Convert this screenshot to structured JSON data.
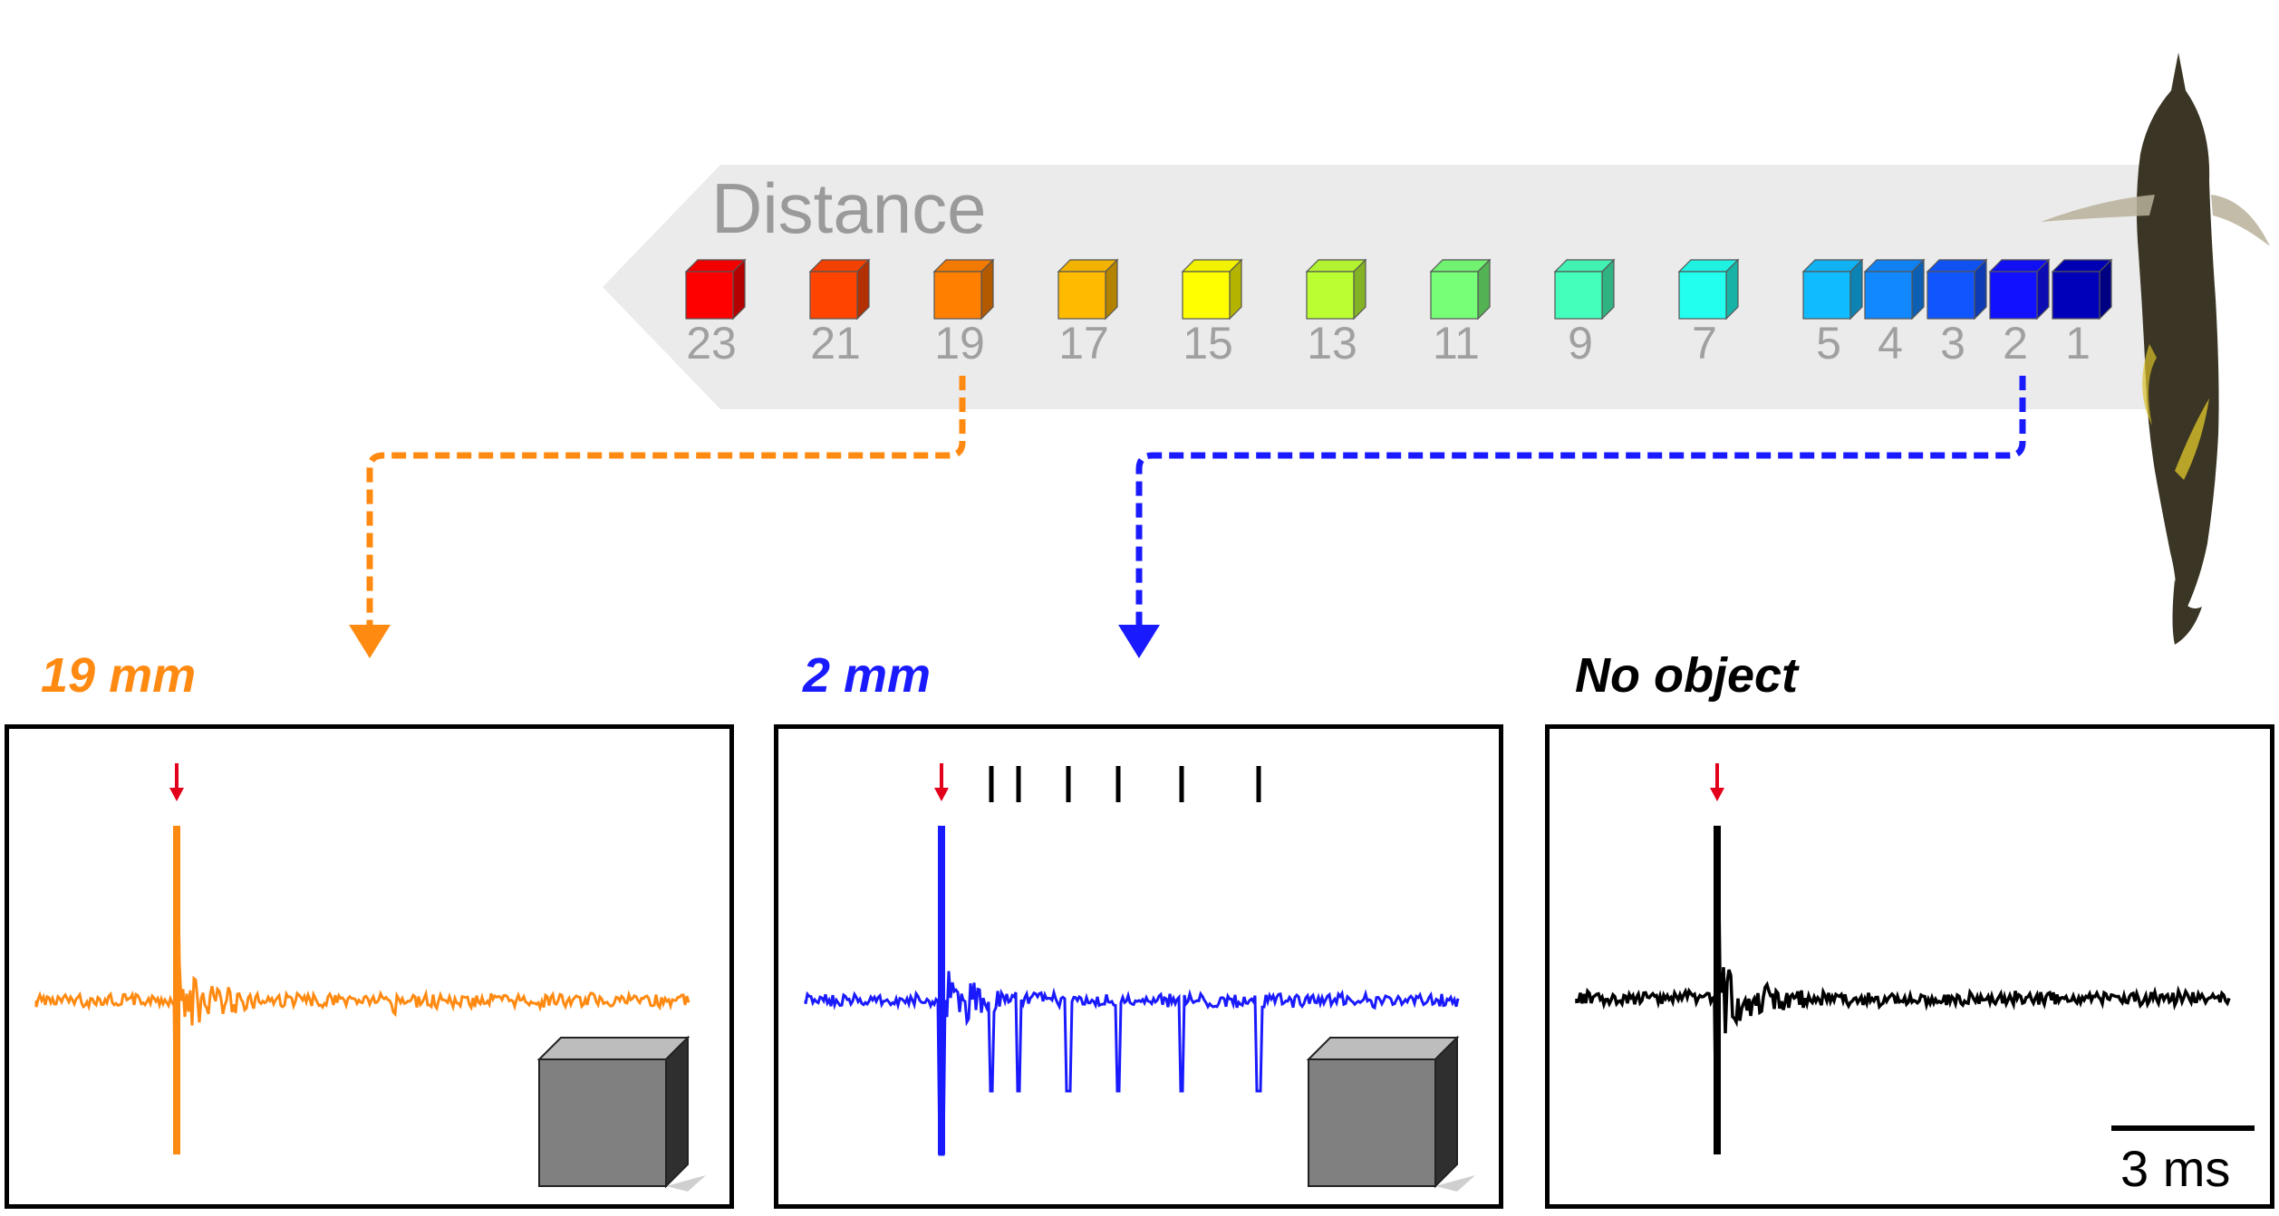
{
  "colors": {
    "far": "#ff8a12",
    "near": "#1a1aff",
    "none": "#000000",
    "marker": "#e3001b",
    "band": "#ebebeb",
    "label_gray": "#9a9a9a"
  },
  "distance_axis": {
    "title": "Distance",
    "objects": [
      {
        "label": "23",
        "color": "#ff0000"
      },
      {
        "label": "21",
        "color": "#ff4400"
      },
      {
        "label": "19",
        "color": "#ff8000"
      },
      {
        "label": "17",
        "color": "#ffbb00"
      },
      {
        "label": "15",
        "color": "#ffff00"
      },
      {
        "label": "13",
        "color": "#bbff33"
      },
      {
        "label": "11",
        "color": "#77ff77"
      },
      {
        "label": "9",
        "color": "#44ffbb"
      },
      {
        "label": "7",
        "color": "#22ffee"
      },
      {
        "label": "5",
        "color": "#11bbff"
      },
      {
        "label": "4",
        "color": "#1188ff"
      },
      {
        "label": "3",
        "color": "#1155ff"
      },
      {
        "label": "2",
        "color": "#1111ff"
      },
      {
        "label": "1",
        "color": "#0000bb"
      }
    ]
  },
  "panels": [
    {
      "label": "19 mm",
      "has_object": true,
      "echo_markers": 0
    },
    {
      "label": "2 mm",
      "has_object": true,
      "echo_markers": 6
    },
    {
      "label": "No object",
      "has_object": false,
      "echo_markers": 0
    }
  ],
  "scale_bar": {
    "label": "3 ms"
  },
  "icons": [
    "fish-image",
    "down-arrow-icon",
    "cube-icon"
  ]
}
